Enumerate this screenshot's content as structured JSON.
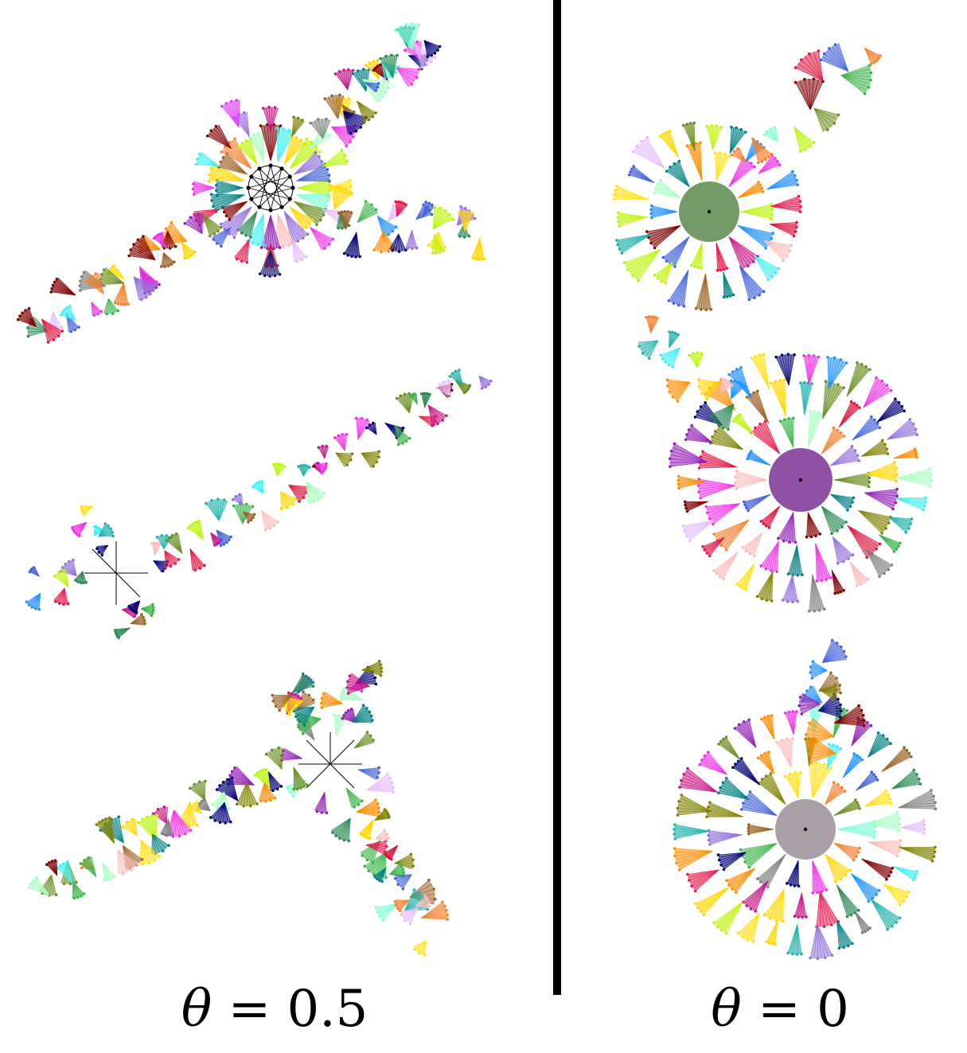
{
  "captions": {
    "left": {
      "symbol": "θ",
      "equals": " = ",
      "value": "0.5"
    },
    "right": {
      "symbol": "θ",
      "equals": " = ",
      "value": "0"
    }
  },
  "palette": [
    "#e6194b",
    "#3cb44b",
    "#ffe119",
    "#4363d8",
    "#f58231",
    "#911eb4",
    "#46f0f0",
    "#f032e6",
    "#bcf60c",
    "#fabebe",
    "#008080",
    "#e6beff",
    "#9a6324",
    "#800000",
    "#aaffc3",
    "#808000",
    "#000075",
    "#808080",
    "#6b8e23",
    "#c71585",
    "#20b2aa",
    "#ff8c00",
    "#2e8b57",
    "#9370db",
    "#ffd700",
    "#1e90ff",
    "#dc143c",
    "#7fffd4"
  ],
  "panels": [
    {
      "id": "left-top",
      "layout": "branch",
      "hub": [
        340,
        236
      ],
      "hub_style": "cycle",
      "hub_radius": 28,
      "ring_colors": [
        "#8a2be2",
        "#32cd32",
        "#ffd700",
        "#ff1493"
      ],
      "center_color": ""
    },
    {
      "id": "left-middle",
      "layout": "branch",
      "hub": [
        146,
        720
      ],
      "hub_style": "star",
      "hub_radius": 0,
      "ring_colors": [],
      "center_color": ""
    },
    {
      "id": "left-bottom",
      "layout": "branch",
      "hub": [
        415,
        960
      ],
      "hub_style": "star",
      "hub_radius": 0,
      "ring_colors": [],
      "center_color": ""
    },
    {
      "id": "right-top",
      "layout": "radial",
      "hub": [
        891,
        266
      ],
      "hub_style": "disc",
      "hub_radius": 38,
      "ring_colors": [],
      "center_color": "#5c8a4c"
    },
    {
      "id": "right-middle",
      "layout": "radial",
      "hub": [
        1006,
        603
      ],
      "hub_style": "disc",
      "hub_radius": 40,
      "ring_colors": [],
      "center_color": "#7b3294"
    },
    {
      "id": "right-bottom",
      "layout": "radial",
      "hub": [
        1012,
        1042
      ],
      "hub_style": "disc",
      "hub_radius": 38,
      "ring_colors": [],
      "center_color": "#9a8f96"
    }
  ]
}
